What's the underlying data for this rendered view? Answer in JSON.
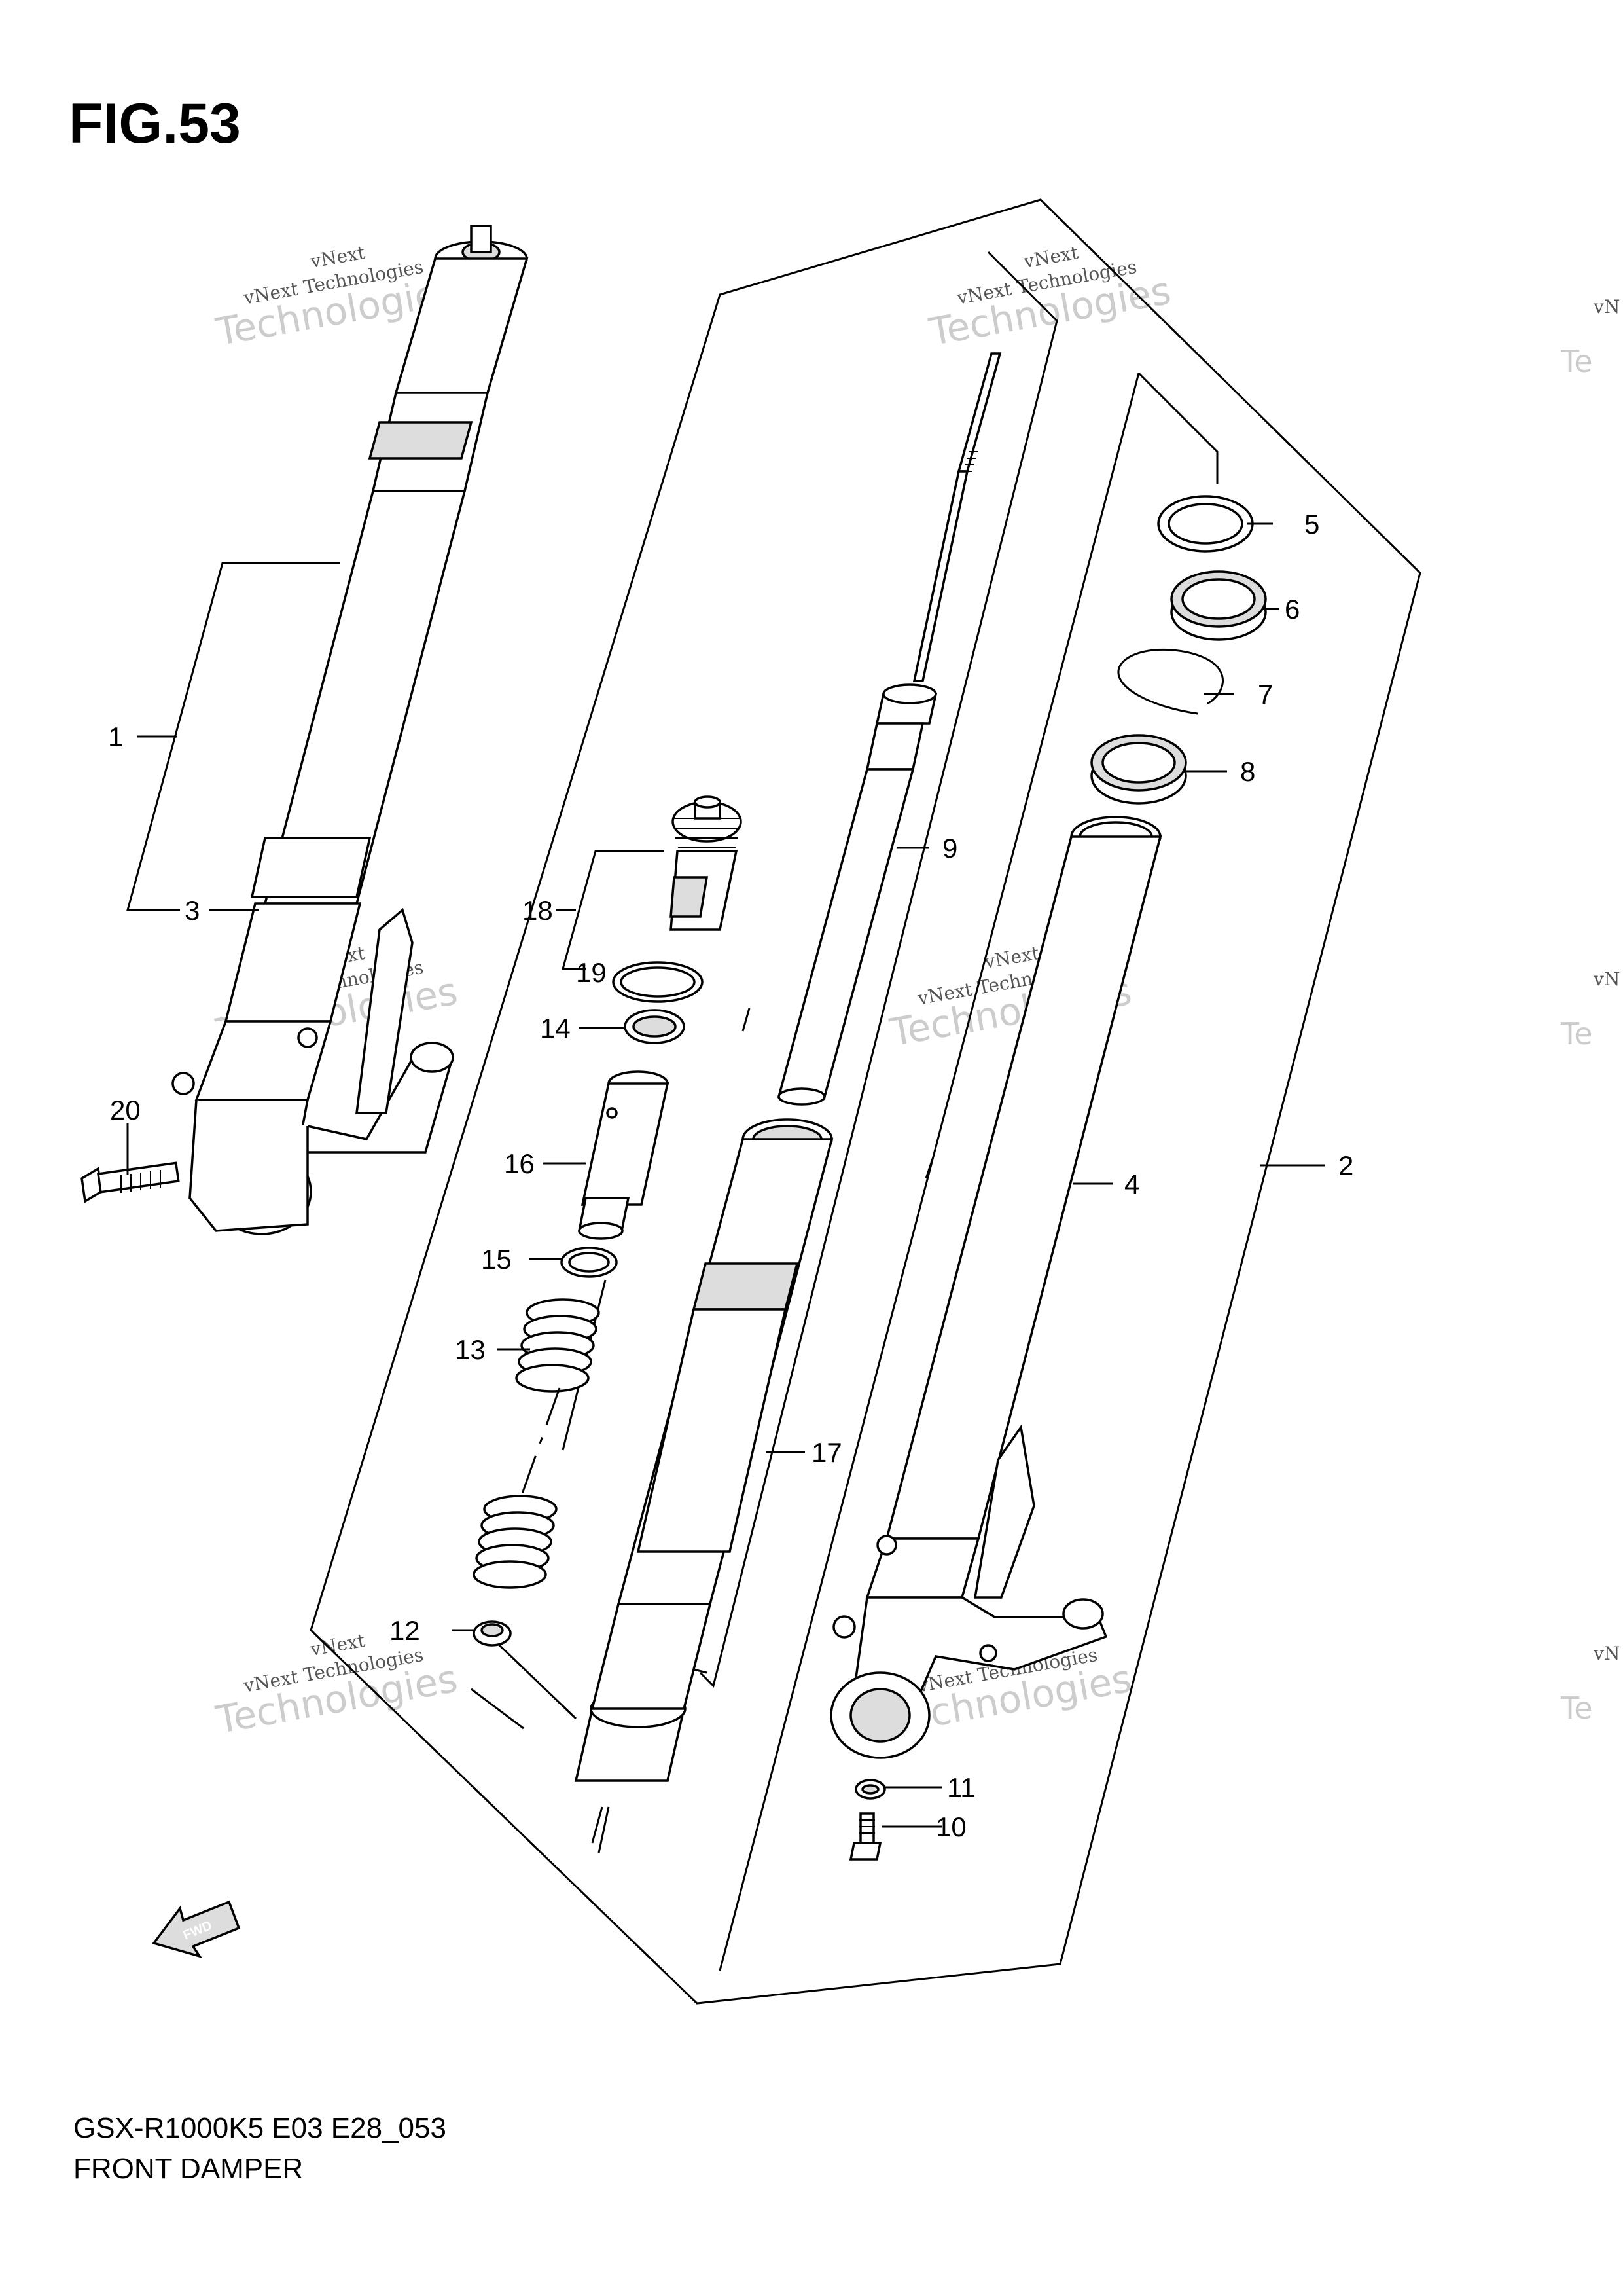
{
  "figure": {
    "title": "FIG.53",
    "model_code": "GSX-R1000K5 E03 E28_053",
    "name": "FRONT DAMPER",
    "direction_badge": "FWD"
  },
  "watermark": {
    "line1": "vNext",
    "line2": "vNext Technologies",
    "line3": "Technologies"
  },
  "callouts": [
    {
      "id": "1",
      "part": "front fork assembly"
    },
    {
      "id": "2",
      "part": "inner assembly group"
    },
    {
      "id": "3",
      "part": "outer tube"
    },
    {
      "id": "4",
      "part": "inner tube"
    },
    {
      "id": "5",
      "part": "dust seal"
    },
    {
      "id": "6",
      "part": "oil seal"
    },
    {
      "id": "7",
      "part": "oil seal stopper ring"
    },
    {
      "id": "8",
      "part": "oil seal"
    },
    {
      "id": "9",
      "part": "damper rod"
    },
    {
      "id": "10",
      "part": "damper rod bolt"
    },
    {
      "id": "11",
      "part": "gasket"
    },
    {
      "id": "12",
      "part": "nut"
    },
    {
      "id": "13",
      "part": "spring"
    },
    {
      "id": "14",
      "part": "seal"
    },
    {
      "id": "15",
      "part": "washer"
    },
    {
      "id": "16",
      "part": "spacer"
    },
    {
      "id": "17",
      "part": "outer tube"
    },
    {
      "id": "18",
      "part": "cap bolt"
    },
    {
      "id": "19",
      "part": "o-ring"
    },
    {
      "id": "20",
      "part": "axle pinch bolt"
    }
  ]
}
